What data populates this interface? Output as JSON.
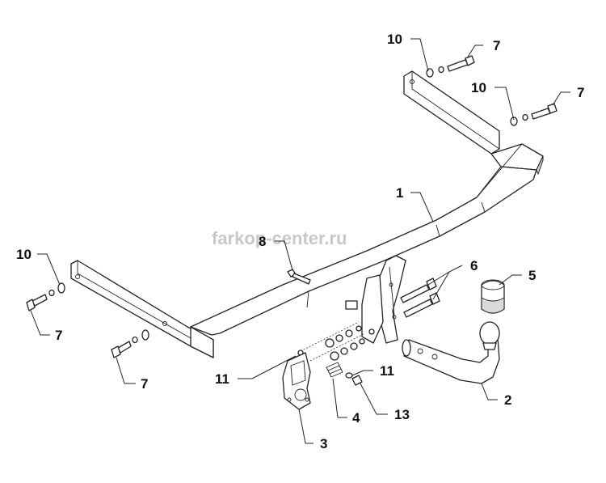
{
  "watermark": "farkop-center.ru",
  "callouts": [
    {
      "id": "c10a",
      "text": "10"
    },
    {
      "id": "c7a",
      "text": "7"
    },
    {
      "id": "c10b",
      "text": "10"
    },
    {
      "id": "c7b",
      "text": "7"
    },
    {
      "id": "c1",
      "text": "1"
    },
    {
      "id": "c8",
      "text": "8"
    },
    {
      "id": "c10c",
      "text": "10"
    },
    {
      "id": "c6",
      "text": "6"
    },
    {
      "id": "c5",
      "text": "5"
    },
    {
      "id": "c7c",
      "text": "7"
    },
    {
      "id": "c7d",
      "text": "7"
    },
    {
      "id": "c11a",
      "text": "11"
    },
    {
      "id": "c11b",
      "text": "11"
    },
    {
      "id": "c2",
      "text": "2"
    },
    {
      "id": "c4",
      "text": "4"
    },
    {
      "id": "c13",
      "text": "13"
    },
    {
      "id": "c3",
      "text": "3"
    }
  ]
}
